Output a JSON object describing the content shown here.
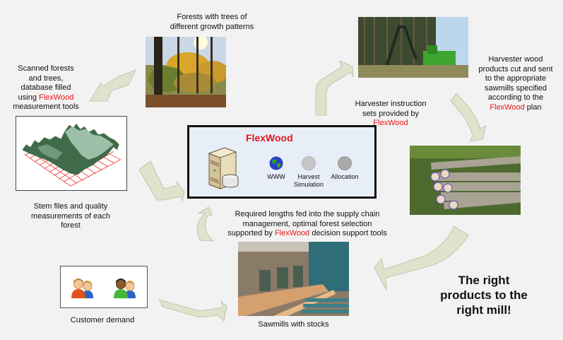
{
  "brand": {
    "name": "FlexWood",
    "accent_color": "#e8141a",
    "arrow_color": "#dfe3cb",
    "box_color": "#e7eef8"
  },
  "captions": {
    "forests": {
      "line1": "Forests with trees of",
      "line2": "different growth patterns"
    },
    "scanned": {
      "line1": "Scanned forests",
      "line2": "and trees,",
      "line3": "database filled",
      "line4_pre": "using ",
      "line4_brand": "FlexWood",
      "line5": "measurement tools"
    },
    "stem": {
      "line1": "Stem files and quality",
      "line2": "measurements of each",
      "line3": "forest"
    },
    "harvester_instr": {
      "line1": "Harvester instruction",
      "line2": "sets provided by",
      "line3_brand": "FlexWood"
    },
    "harvester_wood": {
      "line1": "Harvester wood",
      "line2": "products cut and sent",
      "line3": "to the appropriate",
      "line4": "sawmills specified",
      "line5": "according to the",
      "line6_brand": "FlexWood",
      "line6_post": " plan"
    },
    "required": {
      "line1": "Required lengths fed into the supply chain",
      "line2": "management, optimal forest selection",
      "line3_pre": "supported by ",
      "line3_brand": "FlexWood",
      "line3_post": " decision support tools"
    },
    "sawmills": "Sawmills with stocks",
    "customer": "Customer demand"
  },
  "flexwood_box": {
    "title": "FlexWood",
    "modules": [
      {
        "label": "WWW",
        "icon": "globe-icon"
      },
      {
        "label": "Harvest Simulation",
        "icon": "circle-icon"
      },
      {
        "label": "Allocation",
        "icon": "circle-icon"
      }
    ]
  },
  "slogan": {
    "line1": "The right",
    "line2": "products to the",
    "line3": "right mill!"
  }
}
